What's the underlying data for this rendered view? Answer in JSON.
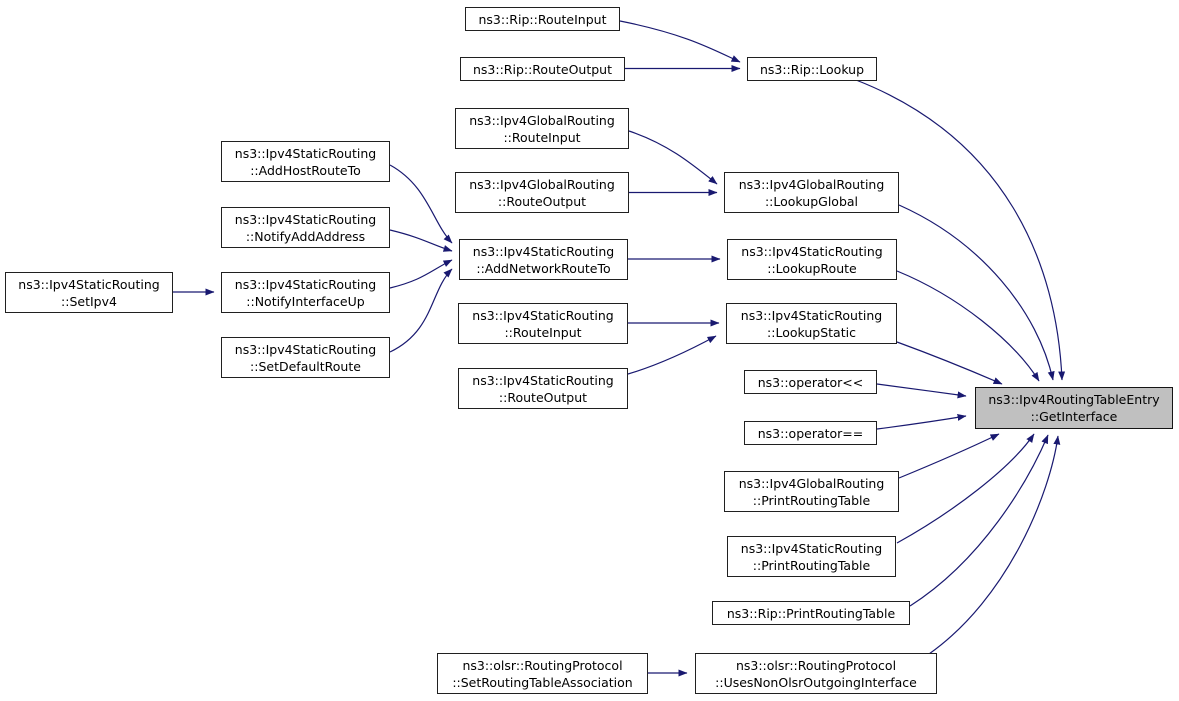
{
  "diagram": {
    "type": "call-graph",
    "description": "Callers graph for ns3::Ipv4RoutingTableEntry::GetInterface",
    "colors": {
      "edge": "#191970",
      "node_fill": "#ffffff",
      "node_border": "#202020",
      "highlight_fill": "#c0c0c0",
      "background": "#ffffff"
    }
  },
  "nodes": {
    "setipv4": {
      "label": "ns3::Ipv4StaticRouting\n::SetIpv4"
    },
    "addhostrouteto": {
      "label": "ns3::Ipv4StaticRouting\n::AddHostRouteTo"
    },
    "notifyaddaddress": {
      "label": "ns3::Ipv4StaticRouting\n::NotifyAddAddress"
    },
    "notifyinterfaceup": {
      "label": "ns3::Ipv4StaticRouting\n::NotifyInterfaceUp"
    },
    "setdefaultroute": {
      "label": "ns3::Ipv4StaticRouting\n::SetDefaultRoute"
    },
    "rip_routeinput": {
      "label": "ns3::Rip::RouteInput"
    },
    "rip_routeoutput": {
      "label": "ns3::Rip::RouteOutput"
    },
    "rip_lookup": {
      "label": "ns3::Rip::Lookup"
    },
    "global_routeinput": {
      "label": "ns3::Ipv4GlobalRouting\n::RouteInput"
    },
    "global_routeoutput": {
      "label": "ns3::Ipv4GlobalRouting\n::RouteOutput"
    },
    "lookupglobal": {
      "label": "ns3::Ipv4GlobalRouting\n::LookupGlobal"
    },
    "addnetworkrouteto": {
      "label": "ns3::Ipv4StaticRouting\n::AddNetworkRouteTo"
    },
    "lookuproute": {
      "label": "ns3::Ipv4StaticRouting\n::LookupRoute"
    },
    "static_routeinput": {
      "label": "ns3::Ipv4StaticRouting\n::RouteInput"
    },
    "static_routeoutput": {
      "label": "ns3::Ipv4StaticRouting\n::RouteOutput"
    },
    "lookupstatic": {
      "label": "ns3::Ipv4StaticRouting\n::LookupStatic"
    },
    "op_shift": {
      "label": "ns3::operator<<"
    },
    "op_eq": {
      "label": "ns3::operator=="
    },
    "global_print": {
      "label": "ns3::Ipv4GlobalRouting\n::PrintRoutingTable"
    },
    "static_print": {
      "label": "ns3::Ipv4StaticRouting\n::PrintRoutingTable"
    },
    "rip_print": {
      "label": "ns3::Rip::PrintRoutingTable"
    },
    "olsr_setrta": {
      "label": "ns3::olsr::RoutingProtocol\n::SetRoutingTableAssociation"
    },
    "olsr_uses": {
      "label": "ns3::olsr::RoutingProtocol\n::UsesNonOlsrOutgoingInterface"
    },
    "getinterface": {
      "label": "ns3::Ipv4RoutingTableEntry\n::GetInterface"
    }
  },
  "edges": [
    {
      "from": "rip_routeinput",
      "to": "rip_lookup"
    },
    {
      "from": "rip_routeoutput",
      "to": "rip_lookup"
    },
    {
      "from": "rip_lookup",
      "to": "getinterface"
    },
    {
      "from": "global_routeinput",
      "to": "lookupglobal"
    },
    {
      "from": "global_routeoutput",
      "to": "lookupglobal"
    },
    {
      "from": "lookupglobal",
      "to": "getinterface"
    },
    {
      "from": "addhostrouteto",
      "to": "addnetworkrouteto"
    },
    {
      "from": "notifyaddaddress",
      "to": "addnetworkrouteto"
    },
    {
      "from": "setipv4",
      "to": "notifyinterfaceup"
    },
    {
      "from": "notifyinterfaceup",
      "to": "addnetworkrouteto"
    },
    {
      "from": "setdefaultroute",
      "to": "addnetworkrouteto"
    },
    {
      "from": "addnetworkrouteto",
      "to": "lookuproute"
    },
    {
      "from": "lookuproute",
      "to": "getinterface"
    },
    {
      "from": "static_routeinput",
      "to": "lookupstatic"
    },
    {
      "from": "static_routeoutput",
      "to": "lookupstatic"
    },
    {
      "from": "lookupstatic",
      "to": "getinterface"
    },
    {
      "from": "op_shift",
      "to": "getinterface"
    },
    {
      "from": "op_eq",
      "to": "getinterface"
    },
    {
      "from": "global_print",
      "to": "getinterface"
    },
    {
      "from": "static_print",
      "to": "getinterface"
    },
    {
      "from": "rip_print",
      "to": "getinterface"
    },
    {
      "from": "olsr_setrta",
      "to": "olsr_uses"
    },
    {
      "from": "olsr_uses",
      "to": "getinterface"
    }
  ]
}
